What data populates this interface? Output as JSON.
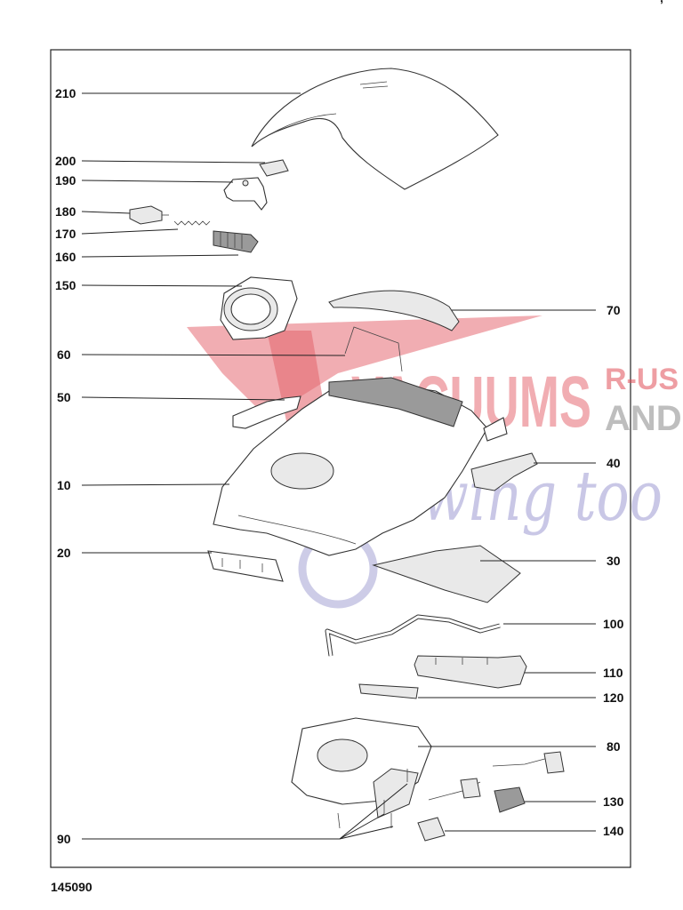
{
  "diagram_number": "145090",
  "corner_mark": "ʼ",
  "watermark": {
    "brand_main": "VACUUMS",
    "brand_side_top": "R-US",
    "brand_side_bottom": "AND",
    "brand_script": "Sewing too",
    "colors": {
      "red": "#e0505a",
      "grey": "#9a9a9a",
      "violet": "#8a88c8"
    }
  },
  "parts": [
    {
      "id": "p210",
      "label": "210"
    },
    {
      "id": "p200",
      "label": "200"
    },
    {
      "id": "p190",
      "label": "190"
    },
    {
      "id": "p180",
      "label": "180"
    },
    {
      "id": "p170",
      "label": "170"
    },
    {
      "id": "p160",
      "label": "160"
    },
    {
      "id": "p150",
      "label": "150"
    },
    {
      "id": "p60",
      "label": "60"
    },
    {
      "id": "p50",
      "label": "50"
    },
    {
      "id": "p10",
      "label": "10"
    },
    {
      "id": "p20",
      "label": "20"
    },
    {
      "id": "p90",
      "label": "90"
    },
    {
      "id": "p70",
      "label": "70"
    },
    {
      "id": "p40",
      "label": "40"
    },
    {
      "id": "p30",
      "label": "30"
    },
    {
      "id": "p100",
      "label": "100"
    },
    {
      "id": "p110",
      "label": "110"
    },
    {
      "id": "p120",
      "label": "120"
    },
    {
      "id": "p80",
      "label": "80"
    },
    {
      "id": "p130",
      "label": "130"
    },
    {
      "id": "p140",
      "label": "140"
    }
  ]
}
